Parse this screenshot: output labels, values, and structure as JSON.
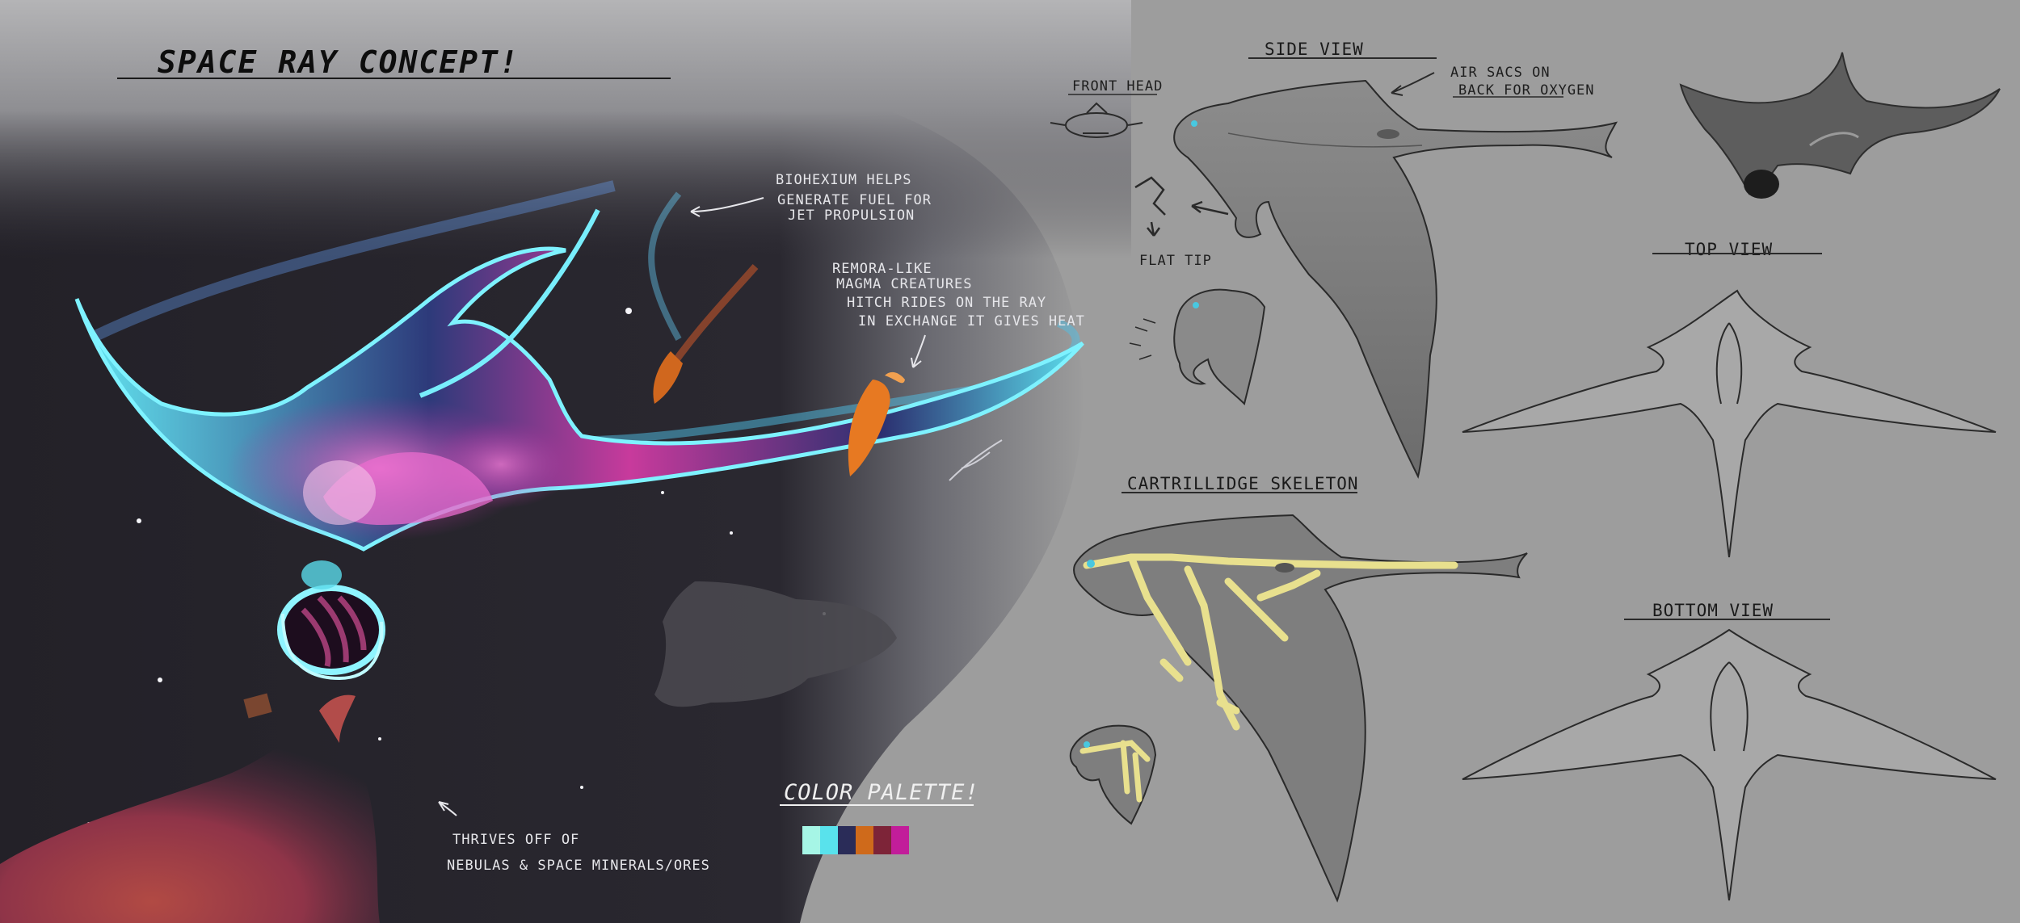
{
  "title": "SPACE RAY CONCEPT!",
  "notes": {
    "biohexium": [
      "BIOHEXIUM HELPS",
      "GENERATE FUEL FOR",
      "JET PROPULSION"
    ],
    "remora": [
      "REMORA-LIKE",
      "MAGMA CREATURES",
      "HITCH RIDES ON THE RAY",
      "IN EXCHANGE IT GIVES HEAT"
    ],
    "thrives": [
      "THRIVES OFF OF",
      "NEBULAS & SPACE MINERALS/ORES"
    ],
    "air_sacs": [
      "AIR SACS ON",
      "BACK FOR OXYGEN"
    ],
    "flat_tip": "FLAT TIP"
  },
  "views": {
    "front_head": "FRONT HEAD",
    "side": "SIDE VIEW",
    "top": "TOP VIEW",
    "bottom": "BOTTOM VIEW",
    "skeleton": "CARTRILLIDGE  SKELETON"
  },
  "palette": {
    "title": "COLOR PALETTE!",
    "swatches": [
      "#a6f6e6",
      "#59e2ec",
      "#2a2c58",
      "#cf6a1b",
      "#7d2438",
      "#c21d9a"
    ]
  }
}
